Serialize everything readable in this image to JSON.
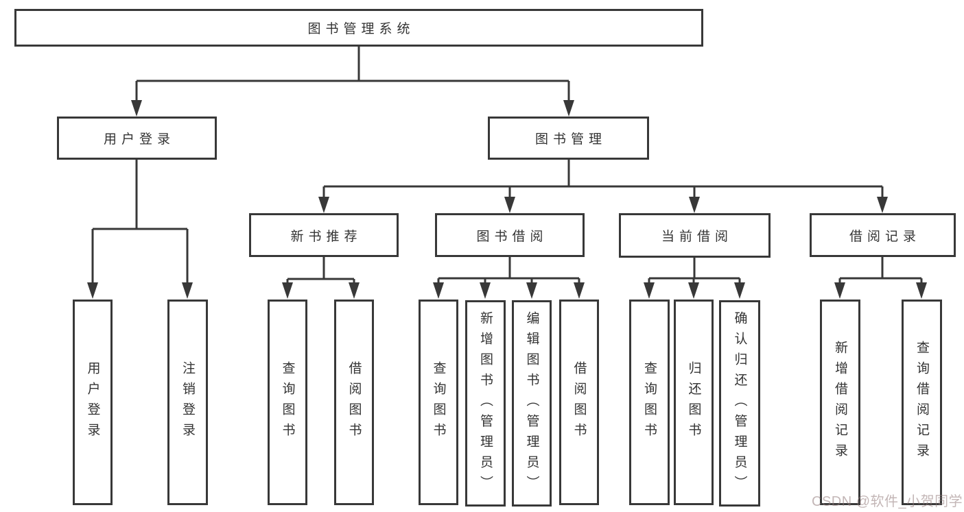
{
  "diagram": {
    "nodes": {
      "root": {
        "label": "图书管理系统"
      },
      "user_login": {
        "label": "用户登录"
      },
      "book_mgmt": {
        "label": "图书管理"
      },
      "new_book_rec": {
        "label": "新书推荐"
      },
      "book_borrow": {
        "label": "图书借阅"
      },
      "current_borrow": {
        "label": "当前借阅"
      },
      "borrow_records": {
        "label": "借阅记录"
      },
      "leaf_user_login": {
        "label": "用户登录"
      },
      "leaf_logout": {
        "label": "注销登录"
      },
      "rec_query_book": {
        "label": "查询图书"
      },
      "rec_borrow_book": {
        "label": "借阅图书"
      },
      "bor_query_book": {
        "label": "查询图书"
      },
      "bor_add_book": {
        "label": "新增图书（管理员）"
      },
      "bor_edit_book": {
        "label": "编辑图书（管理员）"
      },
      "bor_borrow_book": {
        "label": "借阅图书"
      },
      "cur_query_book": {
        "label": "查询图书"
      },
      "cur_return_book": {
        "label": "归还图书"
      },
      "cur_confirm_return": {
        "label": "确认归还（管理员）"
      },
      "recd_add_record": {
        "label": "新增借阅记录"
      },
      "recd_query_record": {
        "label": "查询借阅记录"
      }
    },
    "colors": {
      "line": "#383838",
      "border": "#383838",
      "text": "#333333",
      "background": "#ffffff",
      "watermark_text": "#927a7a"
    },
    "watermark": "CSDN @软件_小贺同学"
  }
}
